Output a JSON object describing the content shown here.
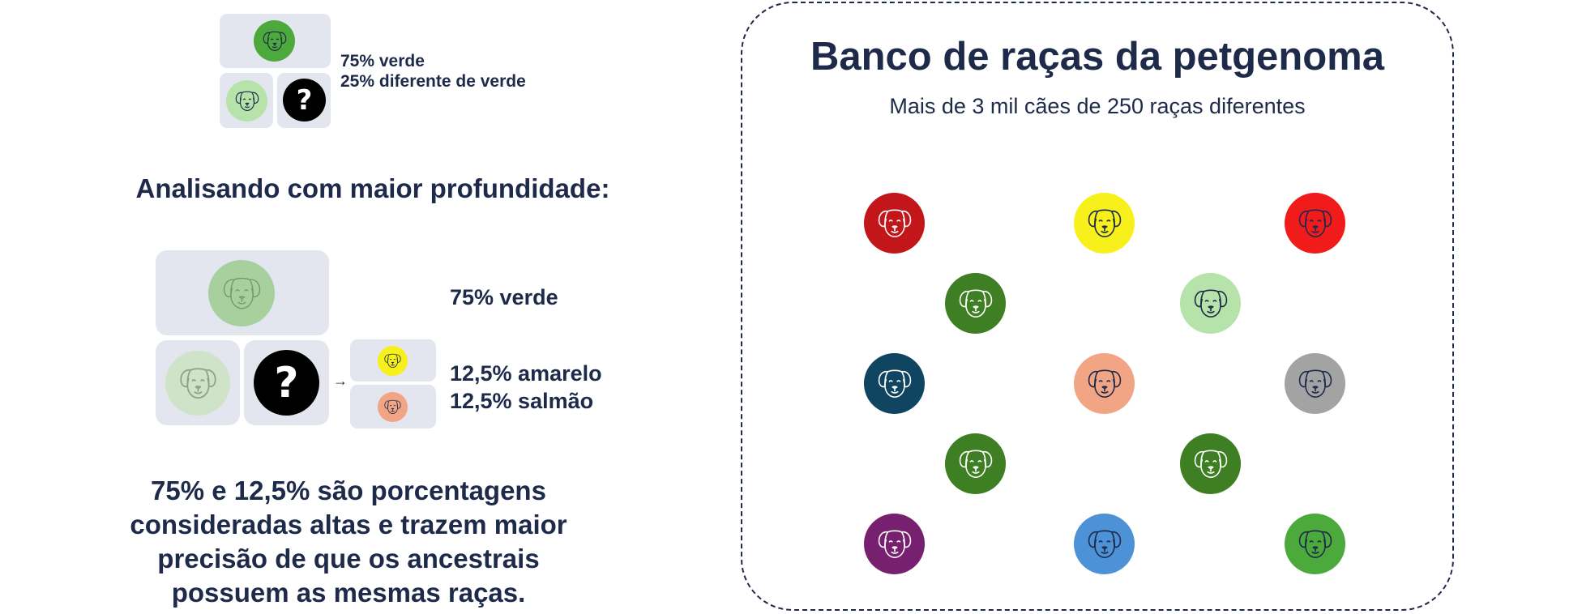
{
  "top_panel": {
    "line1": "75% verde",
    "line2": "25% diferente de verde",
    "unknown_glyph": "?",
    "colors": {
      "top": "#4caa3c",
      "bottom_left": "#b5e3a9",
      "unknown": "#000000"
    }
  },
  "section_heading": "Analisando com maior profundidade:",
  "deep_panel": {
    "label_green": "75% verde",
    "label_yellow": "12,5% amarelo",
    "label_salmon": "12,5% salmão",
    "unknown_glyph": "?",
    "arrow": "→",
    "colors": {
      "top": "#a8cf9e",
      "bottom_left": "#cfe3c8",
      "unknown": "#000000",
      "yellow": "#f7f01a",
      "salmon": "#f2a585"
    }
  },
  "conclusion": {
    "line1": "75% e 12,5% são porcentagens",
    "line2": "consideradas altas e trazem maior",
    "line3": "precisão de que os ancestrais",
    "line4": "possuem as mesmas raças."
  },
  "bank": {
    "title": "Banco de raças da petgenoma",
    "subtitle": "Mais de 3 mil cães de 250 raças diferentes",
    "dogs": [
      {
        "color": "#c2161b",
        "line": "#ffffff"
      },
      {
        "color": "#f7f01a",
        "line": "#1e2a4a"
      },
      {
        "color": "#f21b1b",
        "line": "#1e2a4a"
      },
      {
        "color": "#3f7f24",
        "line": "#ffffff"
      },
      {
        "color": "#b5e3a9",
        "line": "#1e2a4a"
      },
      {
        "color": "#0f4560",
        "line": "#ffffff"
      },
      {
        "color": "#f2a585",
        "line": "#1e2a4a"
      },
      {
        "color": "#a3a3a3",
        "line": "#1e2a4a"
      },
      {
        "color": "#3f7f24",
        "line": "#ffffff"
      },
      {
        "color": "#3f7f24",
        "line": "#ffffff"
      },
      {
        "color": "#76206f",
        "line": "#ffffff"
      },
      {
        "color": "#4d92d6",
        "line": "#1e2a4a"
      },
      {
        "color": "#4caa3c",
        "line": "#1e2a4a"
      }
    ]
  }
}
